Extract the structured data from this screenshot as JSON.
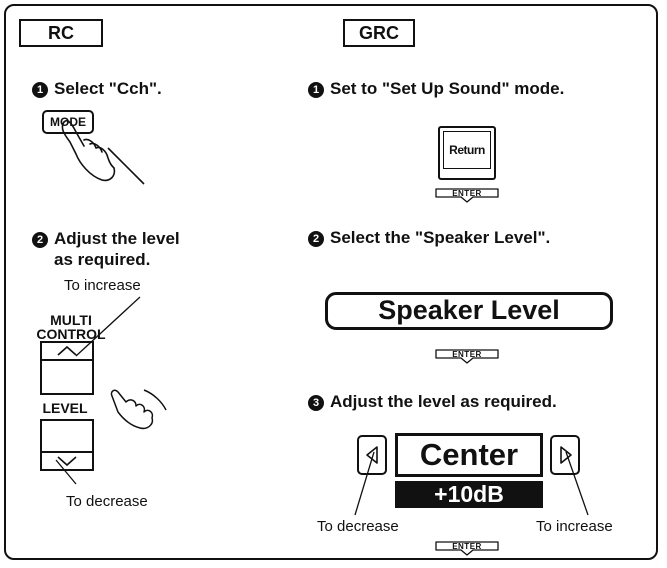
{
  "rc": {
    "tab_label": "RC",
    "step1": {
      "num": "1",
      "text": "Select \"Cch\"."
    },
    "mode_key": "MODE",
    "step2": {
      "num": "2",
      "line1": "Adjust the level",
      "line2": "as required."
    },
    "to_increase": "To increase",
    "multi_control_line1": "MULTI",
    "multi_control_line2": "CONTROL",
    "level_label": "LEVEL",
    "to_decrease": "To decrease"
  },
  "grc": {
    "tab_label": "GRC",
    "step1": {
      "num": "1",
      "text": "Set to \"Set Up Sound\" mode."
    },
    "return_key": "Return",
    "enter_label": "ENTER",
    "step2": {
      "num": "2",
      "text": "Select the \"Speaker Level\"."
    },
    "speaker_level": "Speaker Level",
    "step3": {
      "num": "3",
      "text": "Adjust the level as required."
    },
    "channel": "Center",
    "level_value": "+10dB",
    "to_decrease": "To decrease",
    "to_increase": "To increase"
  },
  "icons": [
    "hand-pointer-icon",
    "triangle-left-icon",
    "triangle-right-icon",
    "chevron-up-icon",
    "chevron-down-icon",
    "enter-arrow-icon"
  ]
}
